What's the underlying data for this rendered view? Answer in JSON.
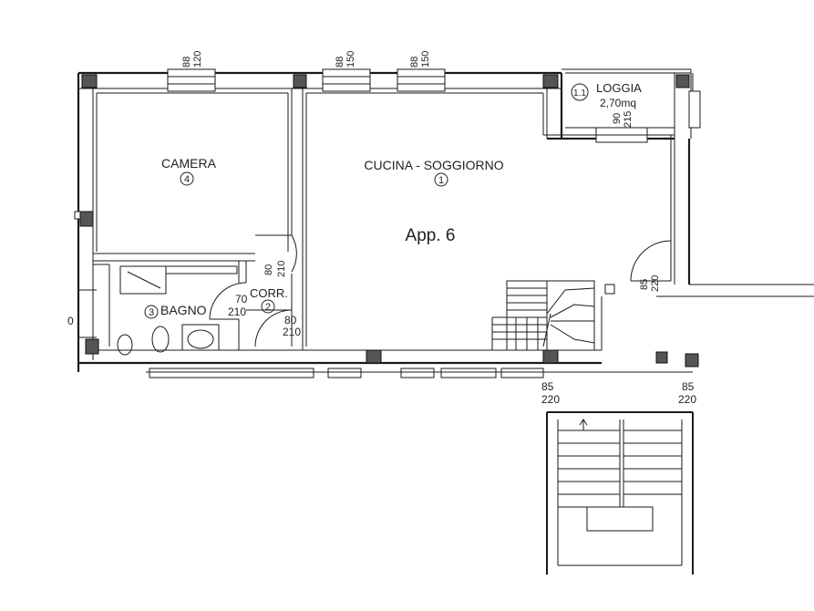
{
  "rooms": {
    "camera": {
      "name": "CAMERA",
      "num": "4"
    },
    "cucina": {
      "name": "CUCINA - SOGGIORNO",
      "num": "1"
    },
    "loggia": {
      "name": "LOGGIA",
      "num": "1.1",
      "area": "2,70mq"
    },
    "bagno": {
      "name": "BAGNO",
      "num": "3"
    },
    "corr": {
      "name": "CORR.",
      "num": "2"
    }
  },
  "apartment_label": "App. 6",
  "dimensions": {
    "win_camera": [
      "88",
      "120"
    ],
    "win_cucina_1": [
      "88",
      "150"
    ],
    "win_cucina_2": [
      "88",
      "150"
    ],
    "win_loggia": [
      "90",
      "215"
    ],
    "door_camera": [
      "80",
      "210"
    ],
    "door_bagno": [
      "70",
      "210"
    ],
    "door_corr": [
      "80",
      "210"
    ],
    "door_right": [
      "85",
      "220"
    ],
    "landing_left": [
      "85",
      "220"
    ],
    "landing_right": [
      "85",
      "220"
    ]
  },
  "partial_left": "0"
}
